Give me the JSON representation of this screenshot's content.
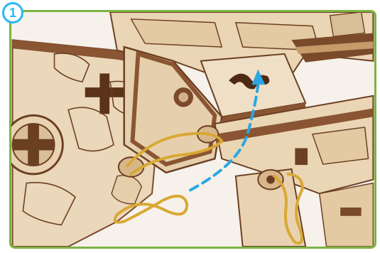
{
  "step": {
    "number": "1"
  },
  "colors": {
    "frame_border": "#7cb342",
    "badge_color": "#29b6f6",
    "wood_light": "#ecd9bd",
    "wood_dark": "#7a4a2a",
    "rubber_band": "#d8a832",
    "arrow": "#2aa7e3"
  },
  "illustration": {
    "subject": "wooden-model-assembly-rubber-band",
    "arrow": "dashed-blue-arrow-up"
  }
}
